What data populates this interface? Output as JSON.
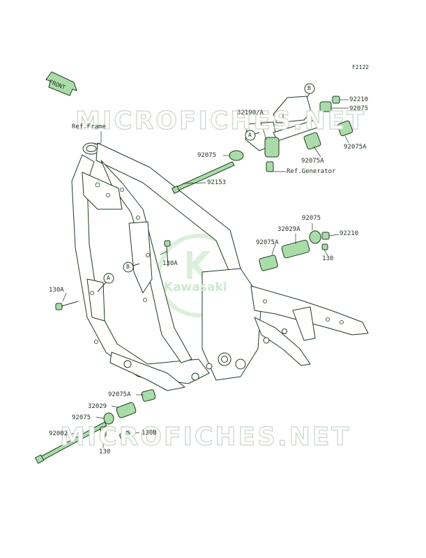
{
  "figure": {
    "code": "F2122"
  },
  "front_tag": {
    "label": "FRONT"
  },
  "watermarks": {
    "top": "MICROFICHES.NET",
    "bottom": "MICROFICHES.NET",
    "logo_text": "Kawasaki"
  },
  "callouts": {
    "circle_a": "A",
    "circle_b": "B"
  },
  "part_labels": {
    "ref_frame": "Ref.Frame",
    "p32190a": "32190/A",
    "p92210_top": "92210",
    "p92075_top": "92075",
    "p92075a_top_right": "92075A",
    "p92075a_top_left": "92075A",
    "p92075_mid_left": "92075",
    "ref_generator": "Ref.Generator",
    "p92153": "92153",
    "p92075_right": "92075",
    "p32029a": "32029A",
    "p92210_right": "92210",
    "p92075a_right": "92075A",
    "p130_right": "130",
    "p130a_mid": "130A",
    "p130a_left": "130A",
    "p92075a_bottom": "92075A",
    "p32029": "32029",
    "p92075_bottom": "92075",
    "p92002": "92002",
    "p130b": "130B",
    "p130_bottom": "130"
  },
  "colors": {
    "part_fill": "#a9dca9",
    "line": "#1f3a1f",
    "watermark_stroke": "#c9d4c9",
    "logo": "#cde8cd"
  }
}
